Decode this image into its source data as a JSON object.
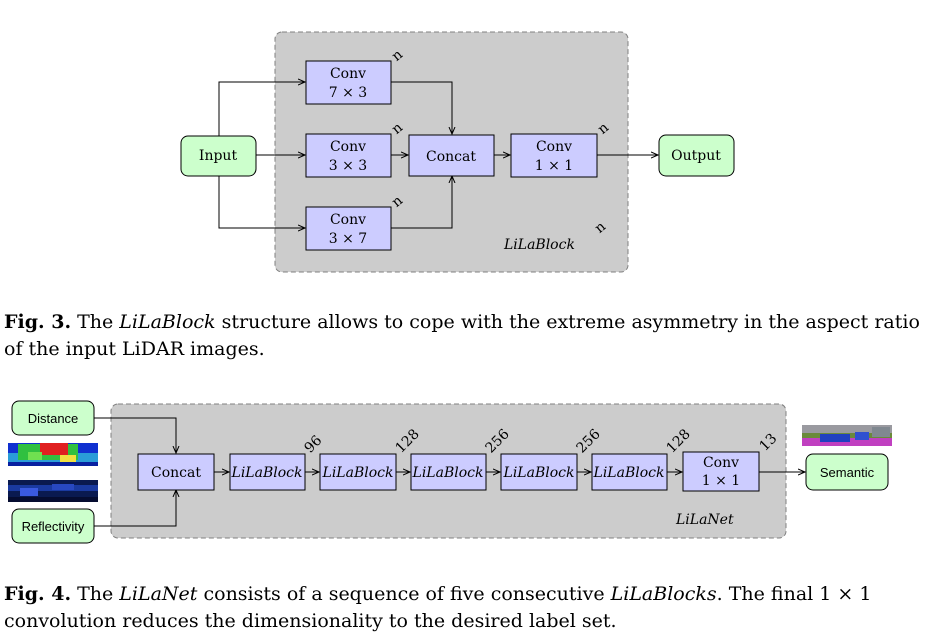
{
  "figure3": {
    "input_label": "Input",
    "output_label": "Output",
    "concat_label": "Concat",
    "conv_label": "Conv",
    "conv_a_size": "7 × 3",
    "conv_b_size": "3 × 3",
    "conv_c_size": "3 × 7",
    "conv_d_size": "1 × 1",
    "channel_mark": "n",
    "block_name": "LiLaBlock",
    "caption_label": "Fig. 3.",
    "caption_pre": " The ",
    "caption_em": "LiLaBlock",
    "caption_post": " structure allows to cope with the extreme asymmetry in the aspect ratio of the input LiDAR images."
  },
  "figure4": {
    "distance_label": "Distance",
    "reflectivity_label": "Reflectivity",
    "concat_label": "Concat",
    "block_label": "LiLaBlock",
    "channels": [
      "96",
      "128",
      "256",
      "256",
      "128"
    ],
    "conv_label": "Conv",
    "conv_size": "1 × 1",
    "conv_channels": "13",
    "semantic_label": "Semantic",
    "net_name": "LiLaNet",
    "caption_label": "Fig. 4.",
    "caption_pre": " The ",
    "caption_em1": "LiLaNet",
    "caption_mid": " consists of a sequence of five consecutive ",
    "caption_em2": "LiLaBlocks",
    "caption_post": ". The final 1 × 1 convolution reduces the dimensionality to the desired label set."
  },
  "colors": {
    "panel_bg": "#cccccc",
    "block_fill": "#ccccff",
    "io_fill": "#ccffcc"
  }
}
